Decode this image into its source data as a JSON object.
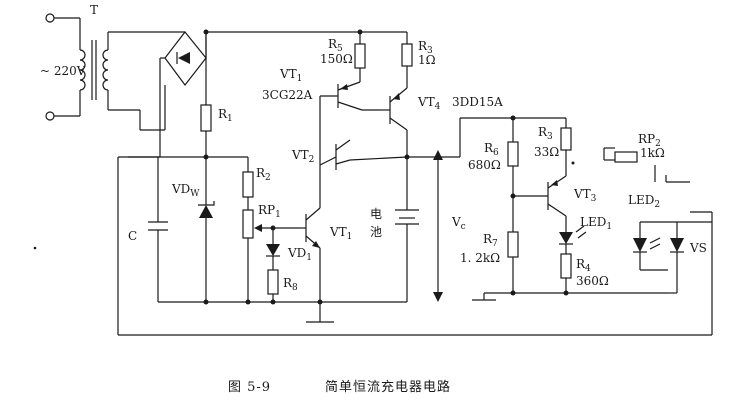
{
  "labels": {
    "mains": "~ 220V",
    "transformer": "T",
    "r1": "R",
    "r1_sub": "1",
    "r2": "R",
    "r2_sub": "2",
    "rp1": "RP",
    "rp1_sub": "1",
    "vdw": "VD",
    "vdw_sub": "W",
    "c": "C",
    "vd1": "VD",
    "vd1_sub": "1",
    "r8": "R",
    "r8_sub": "8",
    "r5": "R",
    "r5_sub": "5",
    "r5_val": "150Ω",
    "r3top": "R",
    "r3top_sub": "3",
    "r3top_val": "1Ω",
    "vt1top": "VT",
    "vt1top_sub": "1",
    "vt1top_model": "3CG22A",
    "vt4": "VT",
    "vt4_sub": "4",
    "vt4_model": "3DD15A",
    "vt2": "VT",
    "vt2_sub": "2",
    "vt1": "VT",
    "vt1_sub": "1",
    "battery": "电\n池",
    "vc": "V",
    "vc_sub": "c",
    "r6": "R",
    "r6_sub": "6",
    "r6_val": "680Ω",
    "r7": "R",
    "r7_sub": "7",
    "r7_val": "1. 2kΩ",
    "r3": "R",
    "r3_sub": "3",
    "r3_val": "33Ω",
    "rp2": "RP",
    "rp2_sub": "2",
    "rp2_val": "1kΩ",
    "vt3": "VT",
    "vt3_sub": "3",
    "led1": "LED",
    "led1_sub": "1",
    "led2": "LED",
    "led2_sub": "2",
    "r4": "R",
    "r4_sub": "4",
    "r4_val": "360Ω",
    "vs": "VS"
  },
  "caption": {
    "fig": "图 5-9",
    "title": "简单恒流充电器电路"
  }
}
